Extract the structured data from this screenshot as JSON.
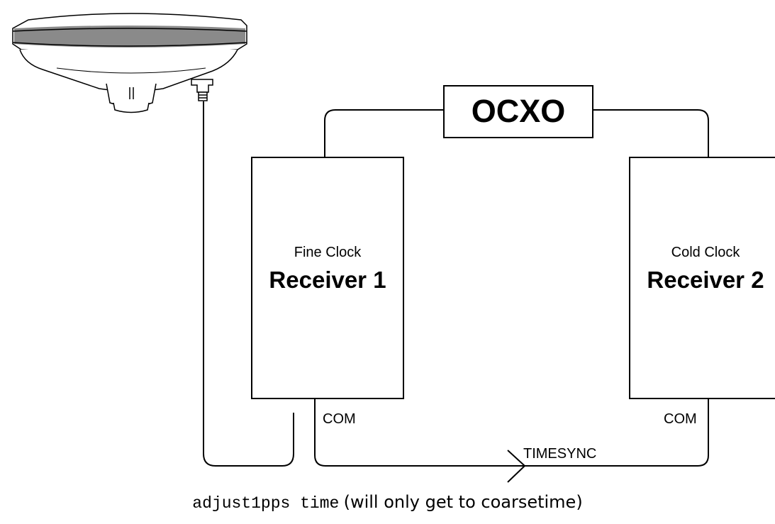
{
  "ocxo": {
    "label": "OCXO"
  },
  "receiver1": {
    "subtitle": "Fine Clock",
    "title": "Receiver 1",
    "port": "COM"
  },
  "receiver2": {
    "subtitle": "Cold Clock",
    "title": "Receiver 2",
    "port": "COM"
  },
  "link": {
    "label": "TIMESYNC"
  },
  "caption": {
    "command": "adjust1pps time",
    "note": "(will only get to coarsetime)"
  },
  "colors": {
    "line": "#000000",
    "antenna_band": "#8a8a8a",
    "background": "#ffffff"
  },
  "icons": {
    "antenna": "gnss-antenna-icon"
  }
}
